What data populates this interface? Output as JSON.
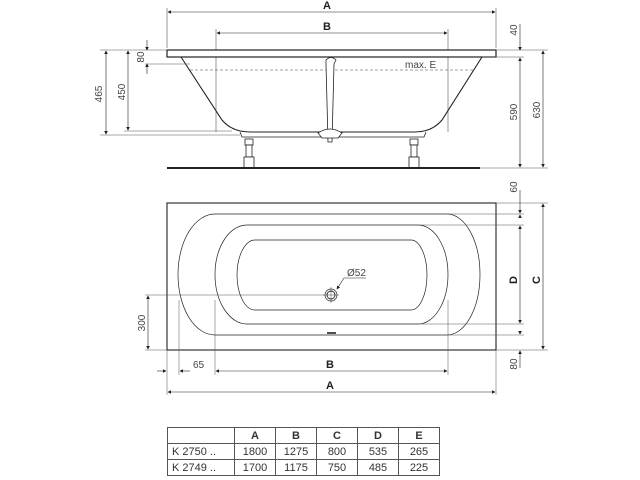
{
  "side_view": {
    "dim_A": "A",
    "dim_B": "B",
    "max_level_label": "max. E",
    "dim_rim_thickness": "40",
    "dim_overflow_depth": "80",
    "dim_inner_height_450": "450",
    "dim_outer_height_465": "465",
    "dim_height_590": "590",
    "dim_height_630": "630"
  },
  "plan_view": {
    "drain_label": "Ø52",
    "dim_drain_offset": "300",
    "dim_left_margin": "65",
    "dim_B": "B",
    "dim_A": "A",
    "dim_top_margin": "60",
    "dim_bottom_margin": "80",
    "dim_D": "D",
    "dim_C": "C"
  },
  "spec_table": {
    "headers": [
      "",
      "A",
      "B",
      "C",
      "D",
      "E"
    ],
    "rows": [
      [
        "K 2750 ..",
        "1800",
        "1275",
        "800",
        "535",
        "265"
      ],
      [
        "K 2749 ..",
        "1700",
        "1175",
        "750",
        "485",
        "225"
      ]
    ]
  },
  "colors": {
    "line": "#222222",
    "thin_line": "#555555",
    "text": "#333333"
  }
}
